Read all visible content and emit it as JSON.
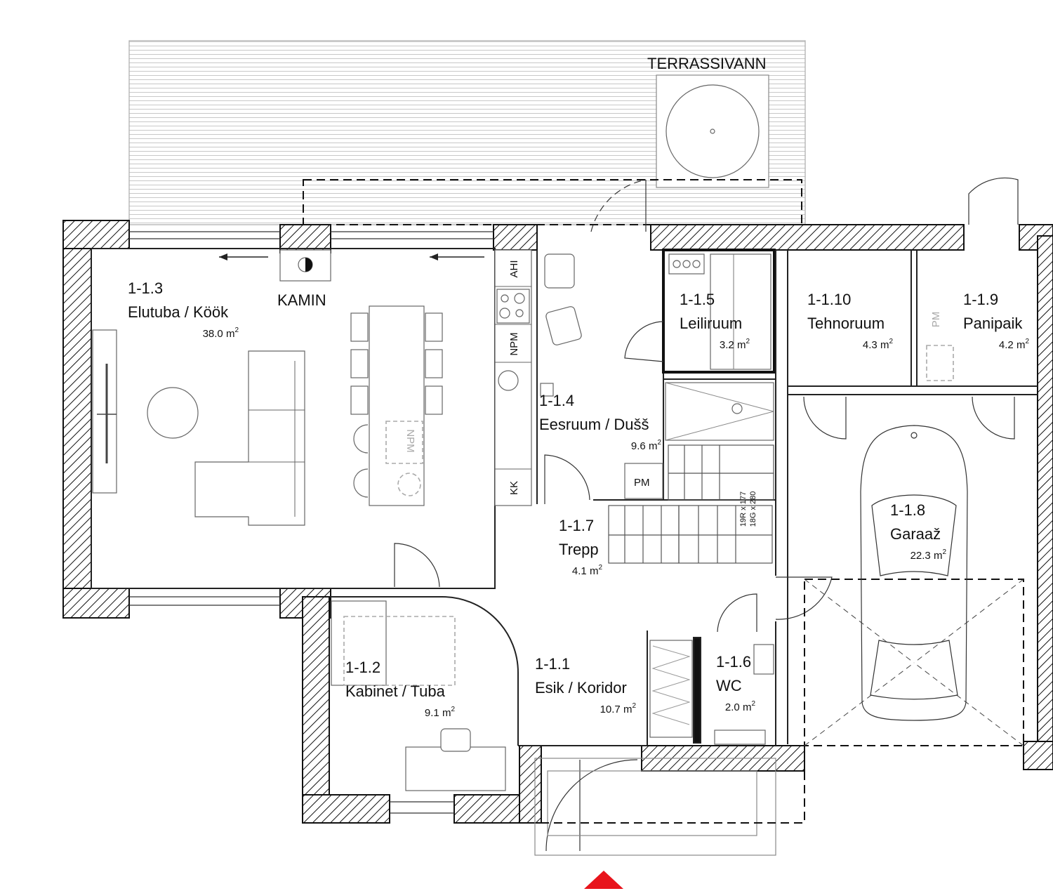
{
  "labels": {
    "terrace_tub": "TERRASSIVANN",
    "fireplace": "KAMIN"
  },
  "fixtures": {
    "ahi": "AHI",
    "npm": "NPM",
    "kk": "KK",
    "pm": "PM",
    "stair_spec_1": "19R x 177",
    "stair_spec_2": "18G x 280"
  },
  "rooms": [
    {
      "id": "1-1.3",
      "name": "Elutuba / Köök",
      "area": "38.0"
    },
    {
      "id": "1-1.4",
      "name": "Eesruum / Dušš",
      "area": "9.6"
    },
    {
      "id": "1-1.5",
      "name": "Leiliruum",
      "area": "3.2"
    },
    {
      "id": "1-1.10",
      "name": "Tehnoruum",
      "area": "4.3"
    },
    {
      "id": "1-1.9",
      "name": "Panipaik",
      "area": "4.2"
    },
    {
      "id": "1-1.7",
      "name": "Trepp",
      "area": "4.1"
    },
    {
      "id": "1-1.8",
      "name": "Garaaž",
      "area": "22.3"
    },
    {
      "id": "1-1.2",
      "name": "Kabinet / Tuba",
      "area": "9.1"
    },
    {
      "id": "1-1.1",
      "name": "Esik / Koridor",
      "area": "10.7"
    },
    {
      "id": "1-1.6",
      "name": "WC",
      "area": "2.0"
    }
  ],
  "area_unit": "m",
  "area_unit_exp": "2",
  "colors": {
    "entrance_marker": "#e8141c",
    "walls": "#111111"
  }
}
